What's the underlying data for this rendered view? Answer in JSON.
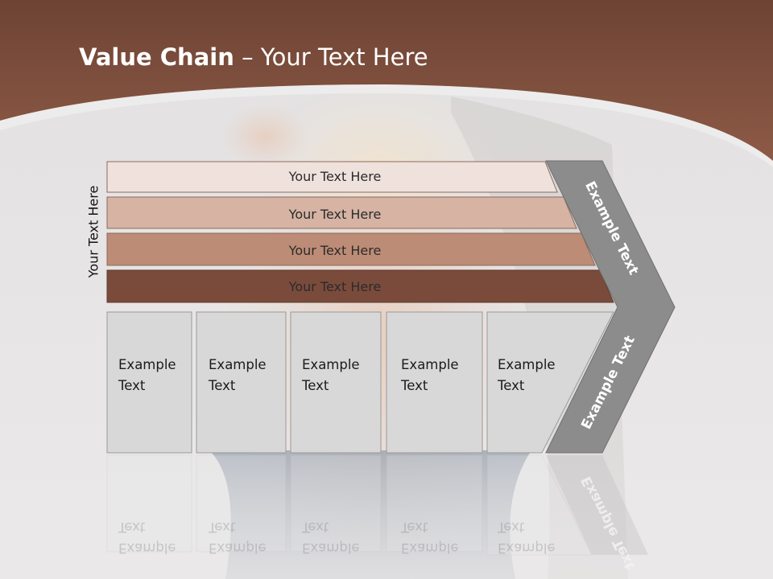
{
  "slide": {
    "title_bold": "Value Chain",
    "title_rest": " – Your Text Here",
    "side_label": "Your Text Here"
  },
  "colors": {
    "header_brown": "#7a4a3a",
    "band_1": "#efe2dc",
    "band_2": "#d6b3a3",
    "band_3": "#bd8c76",
    "band_4": "#7a4b3b",
    "chevron": "#8c8c8c",
    "box_fill": "#d8d8d8"
  },
  "bands": [
    {
      "label": "Your Text Here"
    },
    {
      "label": "Your Text Here"
    },
    {
      "label": "Your Text Here"
    },
    {
      "label": "Your Text Here"
    }
  ],
  "chevron": {
    "top_label": "Example Text",
    "bottom_label": "Example Text"
  },
  "boxes": [
    {
      "line1": "Example",
      "line2": "Text"
    },
    {
      "line1": "Example",
      "line2": "Text"
    },
    {
      "line1": "Example",
      "line2": "Text"
    },
    {
      "line1": "Example",
      "line2": "Text"
    },
    {
      "line1": "Example",
      "line2": "Text"
    }
  ]
}
